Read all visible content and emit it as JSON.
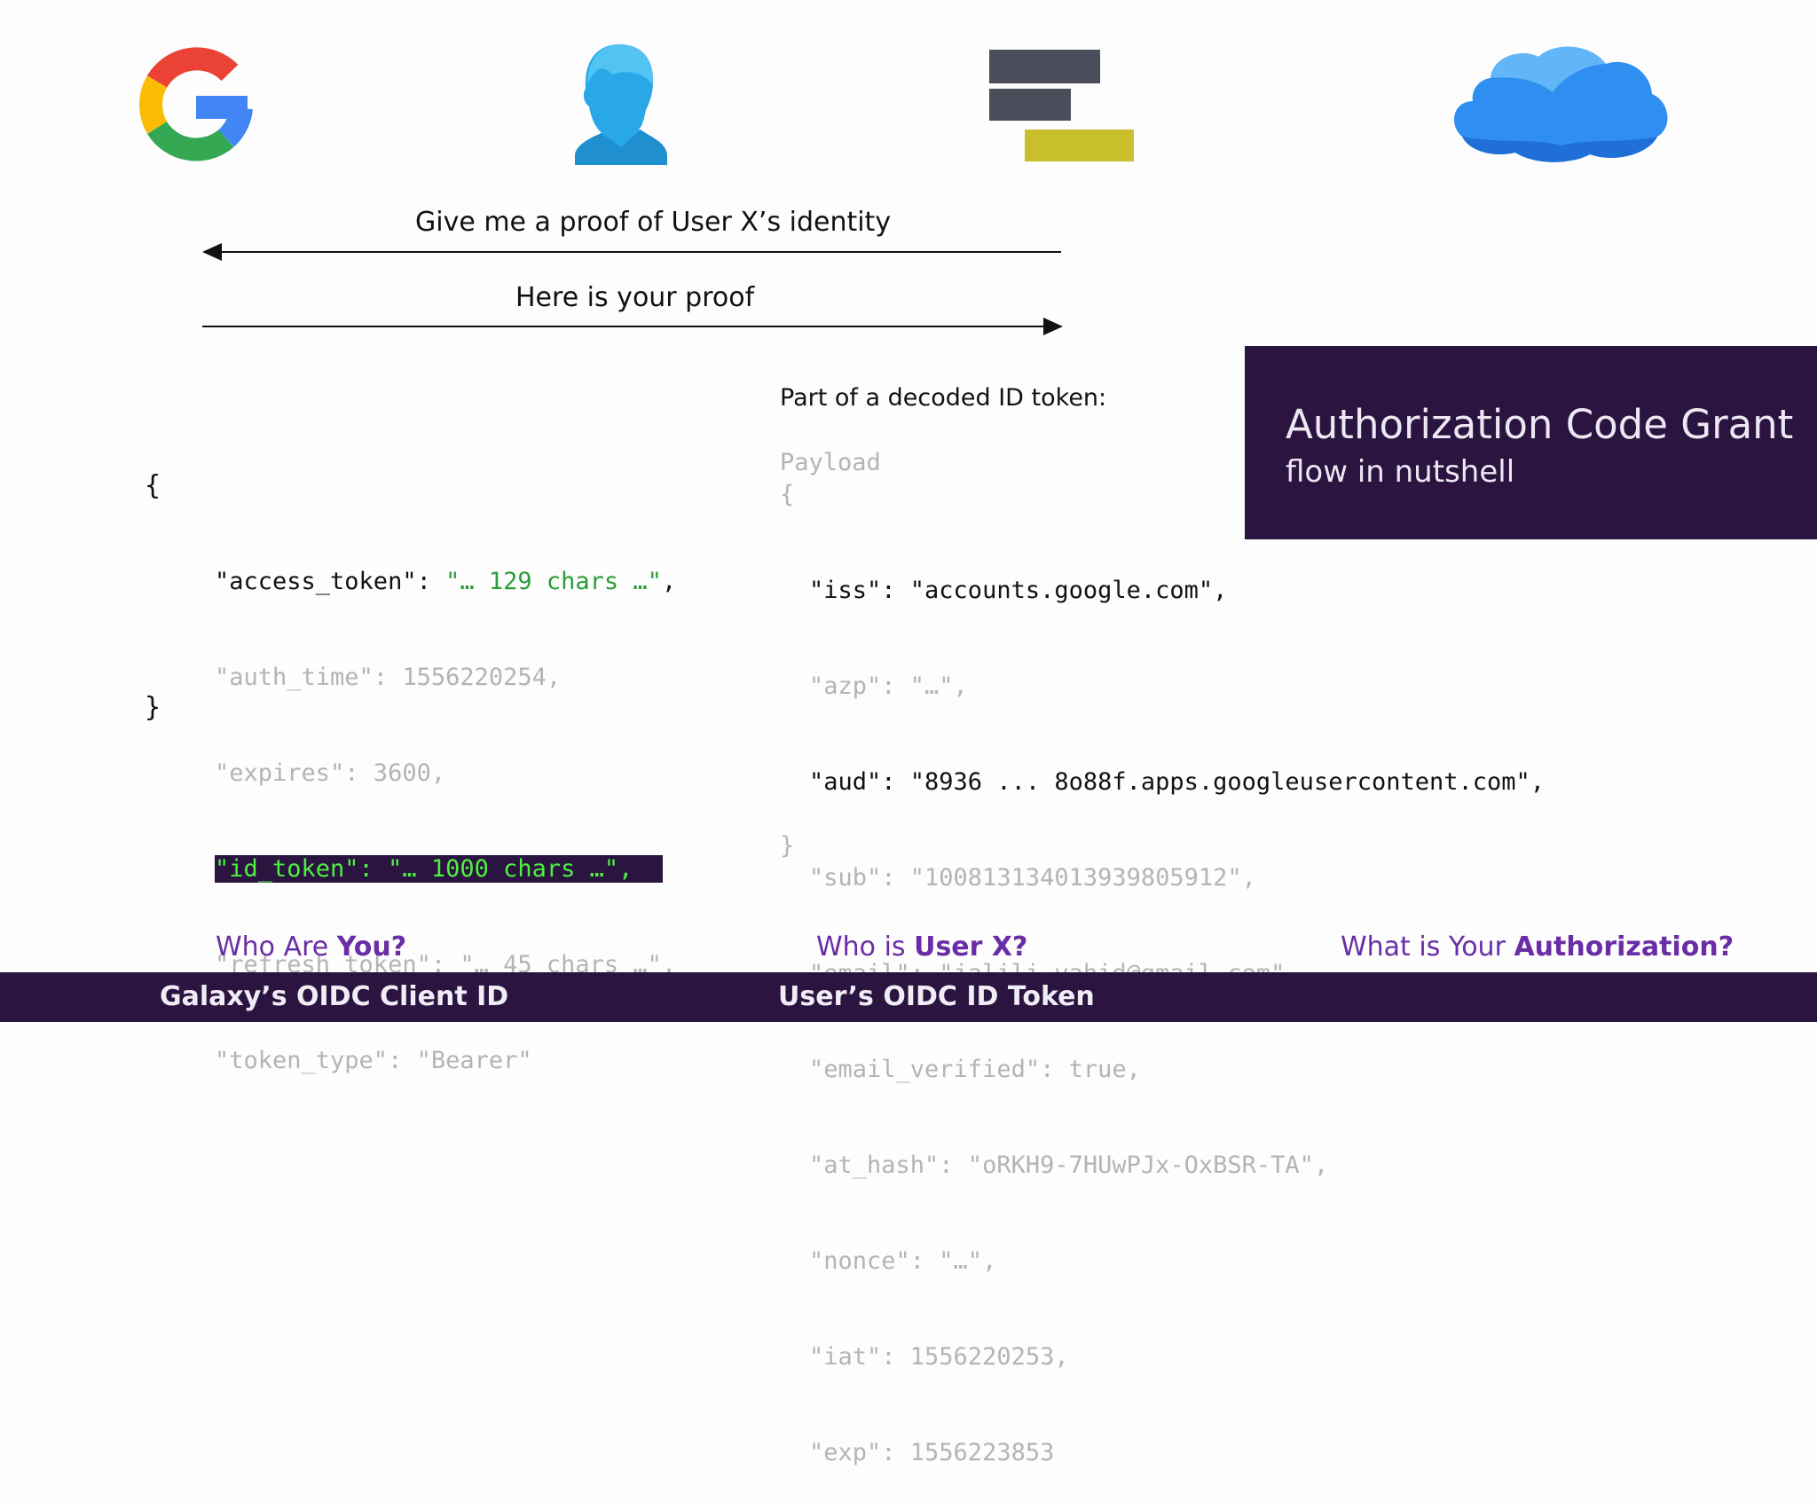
{
  "actors": {
    "google_icon": "google-g-logo",
    "user_icon": "user-head",
    "app_icon": "galaxy-blocks-logo",
    "cloud_icon": "cloud-provider"
  },
  "arrows": {
    "request_label": "Give me a proof of User X’s identity",
    "response_label": "Here is your proof"
  },
  "token_response": {
    "open": "{",
    "close": "}",
    "lines": [
      {
        "key": "\"access_token\"",
        "sep": ": ",
        "value": "\"… 129 chars …\"",
        "tail": ","
      },
      {
        "text": "\"auth_time\": 1556220254,"
      },
      {
        "text": "\"expires\": 3600,"
      },
      {
        "text": "\"id_token\": \"… 1000 chars …\","
      },
      {
        "text": "\"refresh_token\": \"… 45 chars …\","
      },
      {
        "text": "\"token_type\": \"Bearer\""
      }
    ]
  },
  "decoded": {
    "caption": "Part of a decoded ID token:",
    "header": "Payload",
    "open": "{",
    "close": "}",
    "lines": [
      "\"iss\": \"accounts.google.com\",",
      "\"azp\": \"…\",",
      "\"aud\": \"8936 ... 8o88f.apps.googleusercontent.com\",",
      "\"sub\": \"100813134013939805912\",",
      "\"email\": \"jalili.vahid@gmail.com\",",
      "\"email_verified\": true,",
      "\"at_hash\": \"oRKH9-7HUwPJx-OxBSR-TA\",",
      "\"nonce\": \"…\",",
      "\"iat\": 1556220253,",
      "\"exp\": 1556223853"
    ]
  },
  "panel": {
    "title": "Authorization Code Grant",
    "subtitle": "flow in nutshell"
  },
  "questions": [
    {
      "prefix": "Who Are ",
      "bold": "You?"
    },
    {
      "prefix": "Who is ",
      "bold": "User X?"
    },
    {
      "prefix": "What is Your ",
      "bold": "Authorization?"
    }
  ],
  "footer": {
    "left": "Galaxy’s OIDC Client ID",
    "middle": "User’s OIDC ID Token"
  },
  "colors": {
    "accent_purple": "#2b1440",
    "question_purple": "#6a2da6",
    "highlight_green": "#4cf03f",
    "string_green": "#2a9d3a"
  }
}
